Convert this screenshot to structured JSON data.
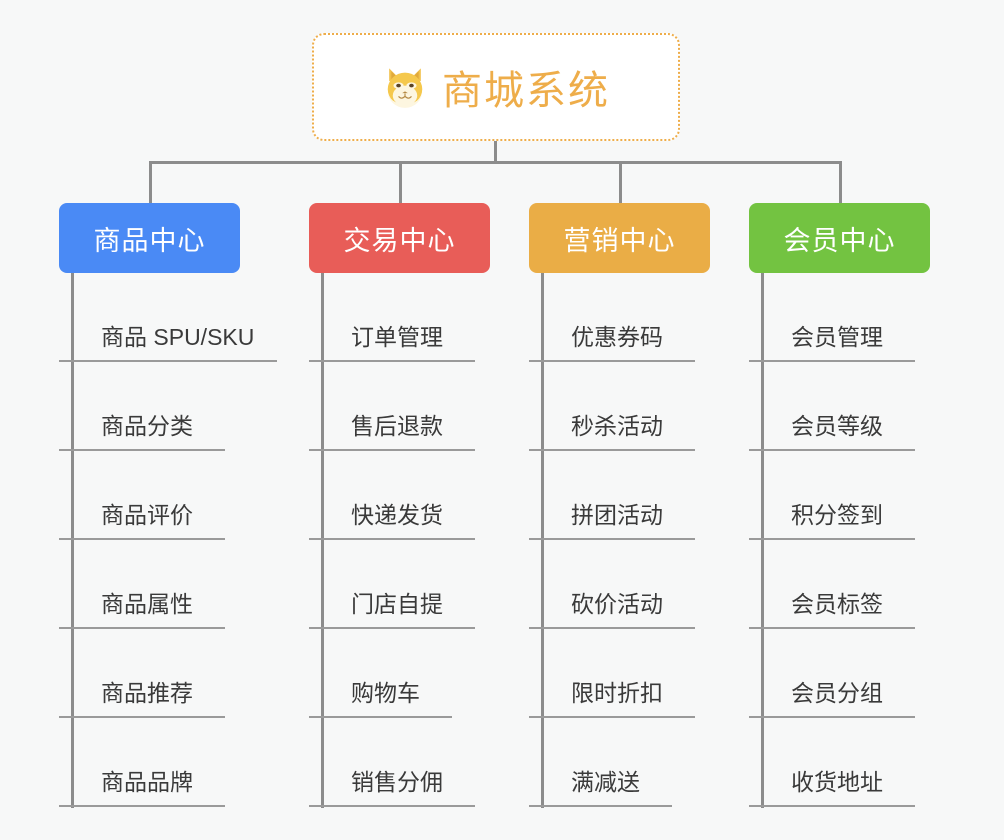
{
  "diagram": {
    "type": "mindmap-orgchart",
    "background_color": "#f7f8f8",
    "connector_color": "#8c8c8c",
    "root": {
      "title": "商城系统",
      "icon": "shiba-dog-face-emoji",
      "emoji": "🐶",
      "text_color": "#eead4a",
      "border_color": "#eead4a",
      "background_color": "#ffffff"
    },
    "branches": [
      {
        "label": "商品中心",
        "color": "#4a8af5",
        "items": [
          "商品 SPU/SKU",
          "商品分类",
          "商品评价",
          "商品属性",
          "商品推荐",
          "商品品牌"
        ]
      },
      {
        "label": "交易中心",
        "color": "#e85d58",
        "items": [
          "订单管理",
          "售后退款",
          "快递发货",
          "门店自提",
          "购物车",
          "销售分佣"
        ]
      },
      {
        "label": "营销中心",
        "color": "#eaad46",
        "items": [
          "优惠券码",
          "秒杀活动",
          "拼团活动",
          "砍价活动",
          "限时折扣",
          "满减送"
        ]
      },
      {
        "label": "会员中心",
        "color": "#73c341",
        "items": [
          "会员管理",
          "会员等级",
          "积分签到",
          "会员标签",
          "会员分组",
          "收货地址"
        ]
      }
    ]
  }
}
